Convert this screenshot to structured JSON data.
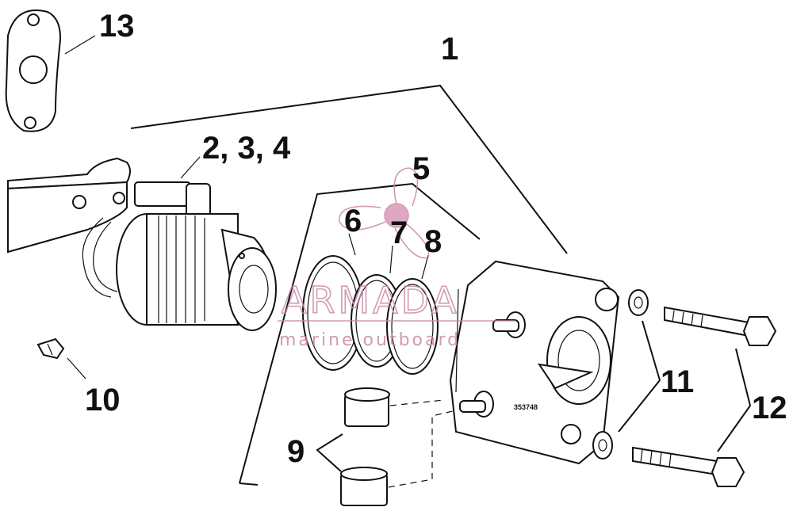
{
  "callouts": {
    "c1": "1",
    "c234": "2, 3, 4",
    "c5": "5",
    "c6": "6",
    "c7": "7",
    "c8": "8",
    "c9": "9",
    "c10": "10",
    "c11": "11",
    "c12": "12",
    "c13": "13"
  },
  "part_stamp": "353748",
  "watermark": {
    "brand": "ARMADA",
    "tagline": "marine outboard"
  },
  "colors": {
    "line": "#111111",
    "watermark": "#c98aa8"
  }
}
